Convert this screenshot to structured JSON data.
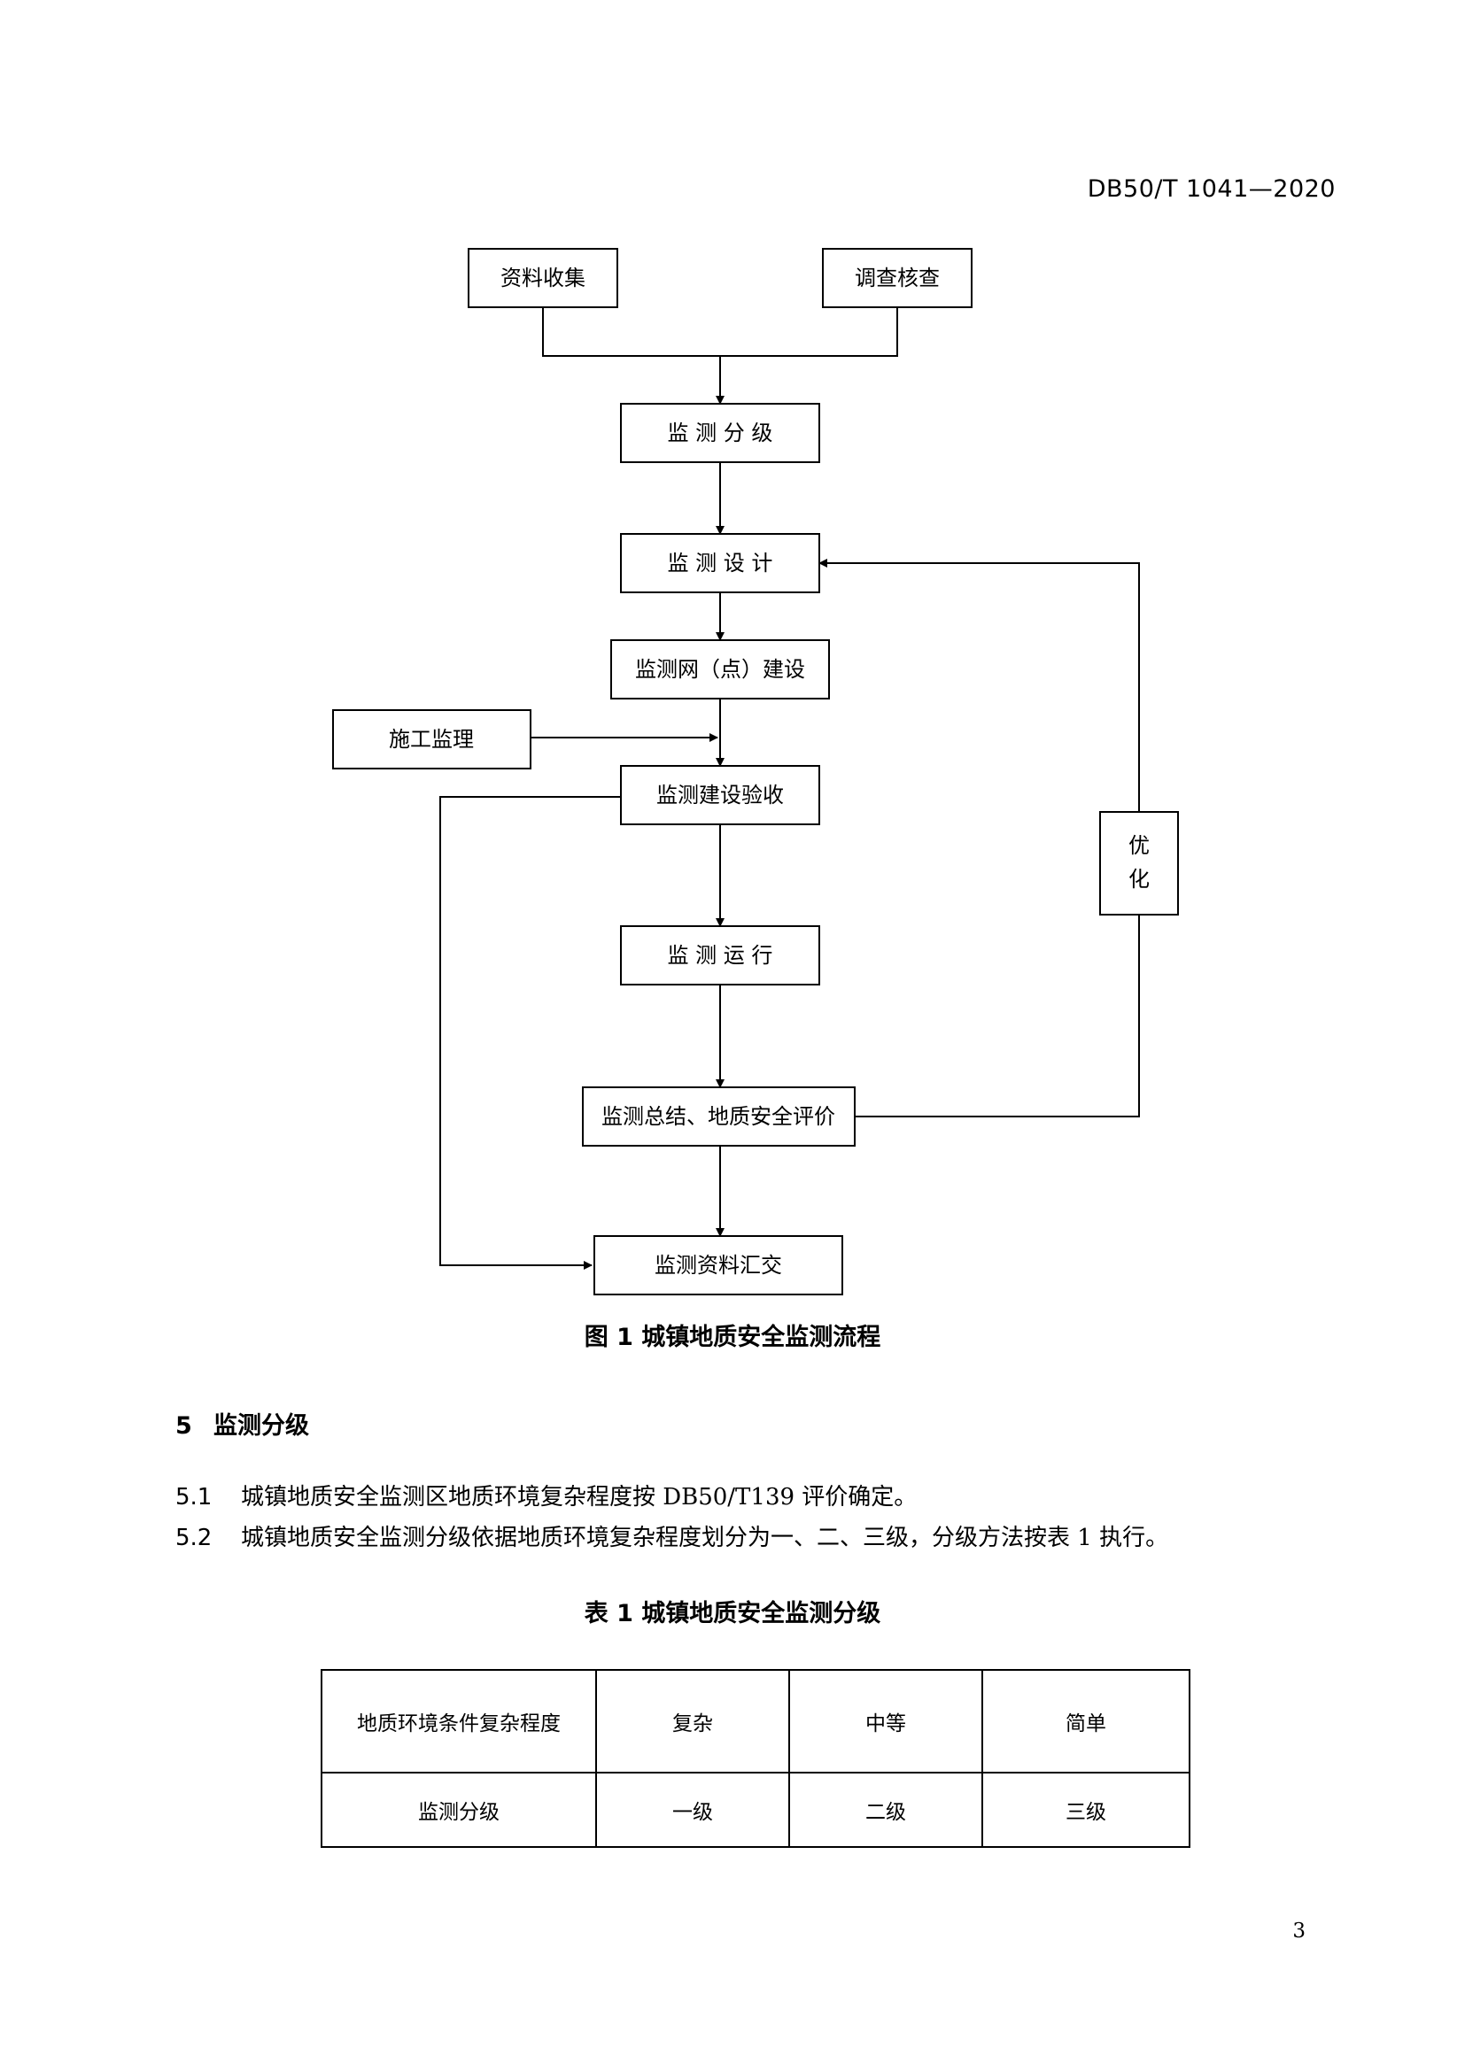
{
  "header": {
    "doc_code": "DB50/T 1041—2020"
  },
  "figure": {
    "caption": "图 1  城镇地质安全监测流程",
    "nodes": {
      "data_collection": "资料收集",
      "survey_check": "调查核查",
      "grading": "监 测 分 级",
      "design": "监 测 设 计",
      "network_construction": "监测网（点）建设",
      "construction_supervision": "施工监理",
      "acceptance": "监测建设验收",
      "operation": "监 测 运 行",
      "summary_evaluation": "监测总结、地质安全评价",
      "submission": "监测资料汇交",
      "optimize_line1": "优",
      "optimize_line2": "化"
    }
  },
  "section": {
    "number": "5",
    "title": "监测分级"
  },
  "clauses": [
    {
      "number": "5.1",
      "text": "城镇地质安全监测区地质环境复杂程度按 DB50/T139 评价确定。"
    },
    {
      "number": "5.2",
      "text": "城镇地质安全监测分级依据地质环境复杂程度划分为一、二、三级，分级方法按表 1 执行。"
    }
  ],
  "table": {
    "title": "表 1  城镇地质安全监测分级",
    "rows": [
      [
        "地质环境条件复杂程度",
        "复杂",
        "中等",
        "简单"
      ],
      [
        "监测分级",
        "一级",
        "二级",
        "三级"
      ]
    ]
  },
  "page_number": "3"
}
